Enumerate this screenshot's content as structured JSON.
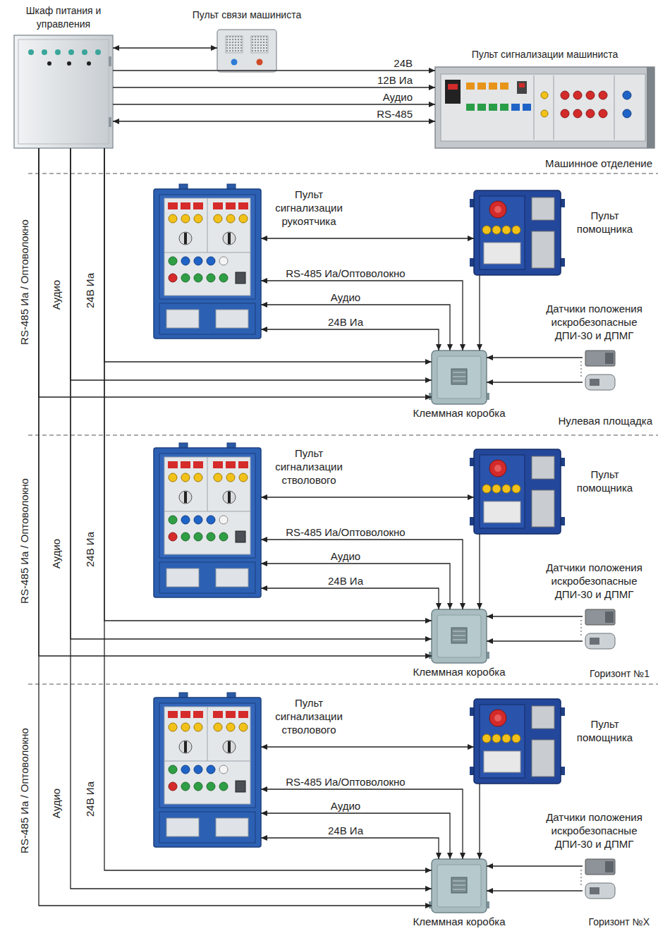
{
  "diagram": {
    "nodes": [
      {
        "text": [
          "Шкаф питания и управления"
        ]
      },
      {
        "text": [
          "Пульт связи машиниста"
        ]
      },
      {
        "text": [
          "Пульт сигнализации машиниста"
        ]
      },
      {
        "text": [
          "Пульт сигнализации рукоятчика"
        ]
      },
      {
        "text": [
          "Пульт помощника"
        ]
      },
      {
        "text": [
          "Датчики положения искробезопасные ДПИ-30 и ДПМГ"
        ]
      },
      {
        "text": [
          "Клеммная коробка"
        ]
      },
      {
        "text": [
          "Пульт сигнализации стволового"
        ]
      },
      {
        "text": [
          "Пульт помощника"
        ]
      },
      {
        "text": [
          "Датчики положения искробезопасные ДПИ-30 и ДПМГ"
        ]
      },
      {
        "text": [
          "Клеммная коробка"
        ]
      },
      {
        "text": [
          "Пульт сигнализации стволового"
        ]
      },
      {
        "text": [
          "Пульт помощника"
        ]
      },
      {
        "text": [
          "Датчики положения искробезопасные ДПИ-30 и ДПМГ"
        ]
      },
      {
        "text": [
          "Клеммная коробка"
        ]
      }
    ],
    "edges": [
      {
        "from": 0,
        "to": 1,
        "arrow": "both"
      },
      {
        "from": 0,
        "to": 2,
        "label": "24В",
        "arrow": "to"
      },
      {
        "from": 0,
        "to": 2,
        "label": "12В Иа",
        "arrow": "to"
      },
      {
        "from": 0,
        "to": 2,
        "label": "Аудио",
        "arrow": "to"
      },
      {
        "from": 0,
        "to": 2,
        "label": "RS-485",
        "arrow": "both"
      },
      {
        "from": 3,
        "to": 4,
        "arrow": "both"
      },
      {
        "from": 3,
        "to": 6,
        "label": "RS-485 Иа/Оптоволокно",
        "arrow": "both"
      },
      {
        "from": 3,
        "to": 6,
        "label": "Аудио",
        "arrow": "both"
      },
      {
        "from": 3,
        "to": 6,
        "label": "24В Иа",
        "arrow": "both"
      },
      {
        "from": 4,
        "to": 6,
        "arrow": "to"
      },
      {
        "from": 5,
        "to": 6,
        "arrow": "to"
      },
      {
        "from": 0,
        "to": 6,
        "label": "24В Иа",
        "arrow": "to"
      },
      {
        "from": 0,
        "to": 6,
        "label": "Аудио",
        "arrow": "to"
      },
      {
        "from": 0,
        "to": 6,
        "label": "RS-485 Иа / Оптоволокно",
        "arrow": "to"
      },
      {
        "from": 7,
        "to": 8,
        "arrow": "both"
      },
      {
        "from": 7,
        "to": 10,
        "label": "RS-485 Иа/Оптоволокно",
        "arrow": "both"
      },
      {
        "from": 7,
        "to": 10,
        "label": "Аудио",
        "arrow": "both"
      },
      {
        "from": 7,
        "to": 10,
        "label": "24В Иа",
        "arrow": "both"
      },
      {
        "from": 8,
        "to": 10,
        "arrow": "to"
      },
      {
        "from": 9,
        "to": 10,
        "arrow": "to"
      },
      {
        "from": 0,
        "to": 10,
        "label": "24В Иа",
        "arrow": "to"
      },
      {
        "from": 0,
        "to": 10,
        "label": "Аудио",
        "arrow": "to"
      },
      {
        "from": 0,
        "to": 10,
        "label": "RS-485 Иа / Оптоволокно",
        "arrow": "to"
      },
      {
        "from": 11,
        "to": 12,
        "arrow": "both"
      },
      {
        "from": 11,
        "to": 14,
        "label": "RS-485 Иа/Оптоволокно",
        "arrow": "both"
      },
      {
        "from": 11,
        "to": 14,
        "label": "Аудио",
        "arrow": "both"
      },
      {
        "from": 11,
        "to": 14,
        "label": "24В Иа",
        "arrow": "both"
      },
      {
        "from": 12,
        "to": 14,
        "arrow": "to"
      },
      {
        "from": 13,
        "to": 14,
        "arrow": "to"
      },
      {
        "from": 0,
        "to": 14,
        "label": "24В Иа",
        "arrow": "to"
      },
      {
        "from": 0,
        "to": 14,
        "label": "Аудио",
        "arrow": "to"
      },
      {
        "from": 0,
        "to": 14,
        "label": "RS-485 Иа / Оптоволокно",
        "arrow": "to"
      }
    ],
    "labels": [
      "Машинное отделение",
      "Нулевая площадка",
      "Горизонт №1",
      "Горизонт №X"
    ]
  }
}
